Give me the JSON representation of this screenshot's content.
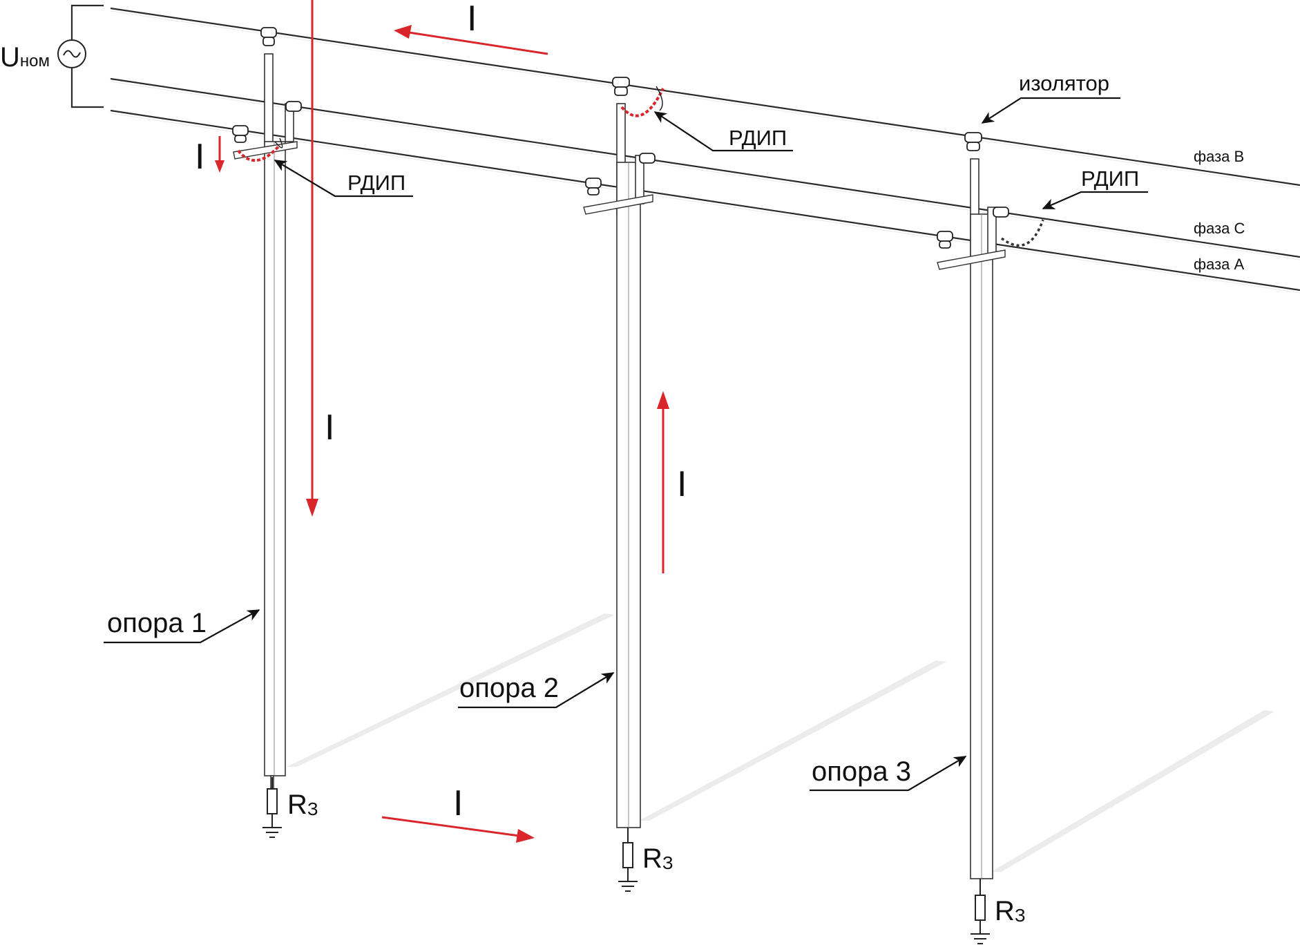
{
  "source": {
    "label_main": "U",
    "label_sub": "ном"
  },
  "current_label": "I",
  "labels": {
    "insulator": "изолятор",
    "rdip": "РДИП",
    "phase_b": "фаза B",
    "phase_c": "фаза C",
    "phase_a": "фаза A",
    "pole_1": "опора 1",
    "pole_2": "опора 2",
    "pole_3": "опора 3",
    "resistor_main": "R",
    "resistor_sub": "З"
  },
  "colors": {
    "current_arrow": "#d9262a",
    "line": "#2a2a2a",
    "text": "#111111"
  }
}
